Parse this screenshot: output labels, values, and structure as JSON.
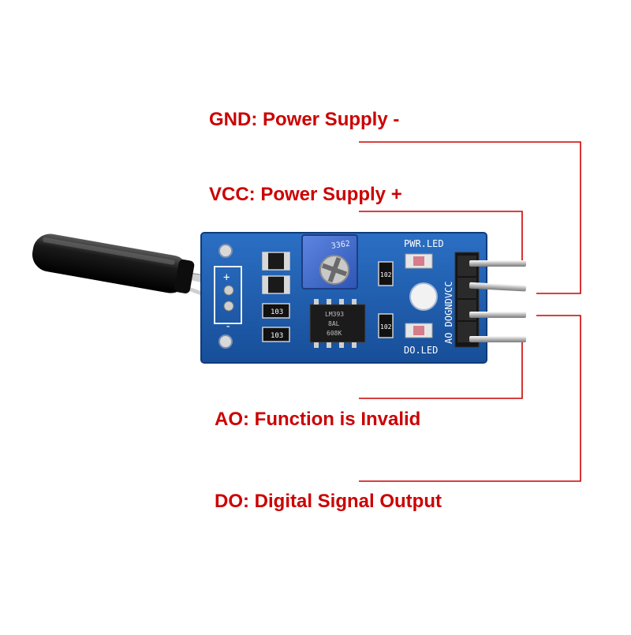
{
  "labels": {
    "gnd": "GND: Power Supply -",
    "vcc": "VCC: Power Supply +",
    "ao": "AO: Function is Invalid",
    "do": "DO: Digital Signal Output"
  },
  "board": {
    "pwr_led": "PWR.LED",
    "do_led": "DO.LED",
    "pin_silkscreen": "AO DOGNDVCC",
    "pot_code": "3362",
    "chip_marking_1": "LM393",
    "chip_marking_2": "8AL",
    "chip_marking_3": "608K",
    "resistor_a": "103",
    "resistor_b": "103",
    "resistor_c": "102",
    "resistor_d": "102",
    "plus_sign": "+",
    "minus_sign": "-"
  },
  "colors": {
    "accent_red": "#cc0000",
    "pcb_blue": "#1f5fb0",
    "pot_blue": "#3a66c9",
    "sensor_black": "#111111"
  },
  "icons": {
    "tilt_sensor": "black-tilt-switch-cylinder",
    "potentiometer": "cross-slot-trimmer-icon"
  }
}
